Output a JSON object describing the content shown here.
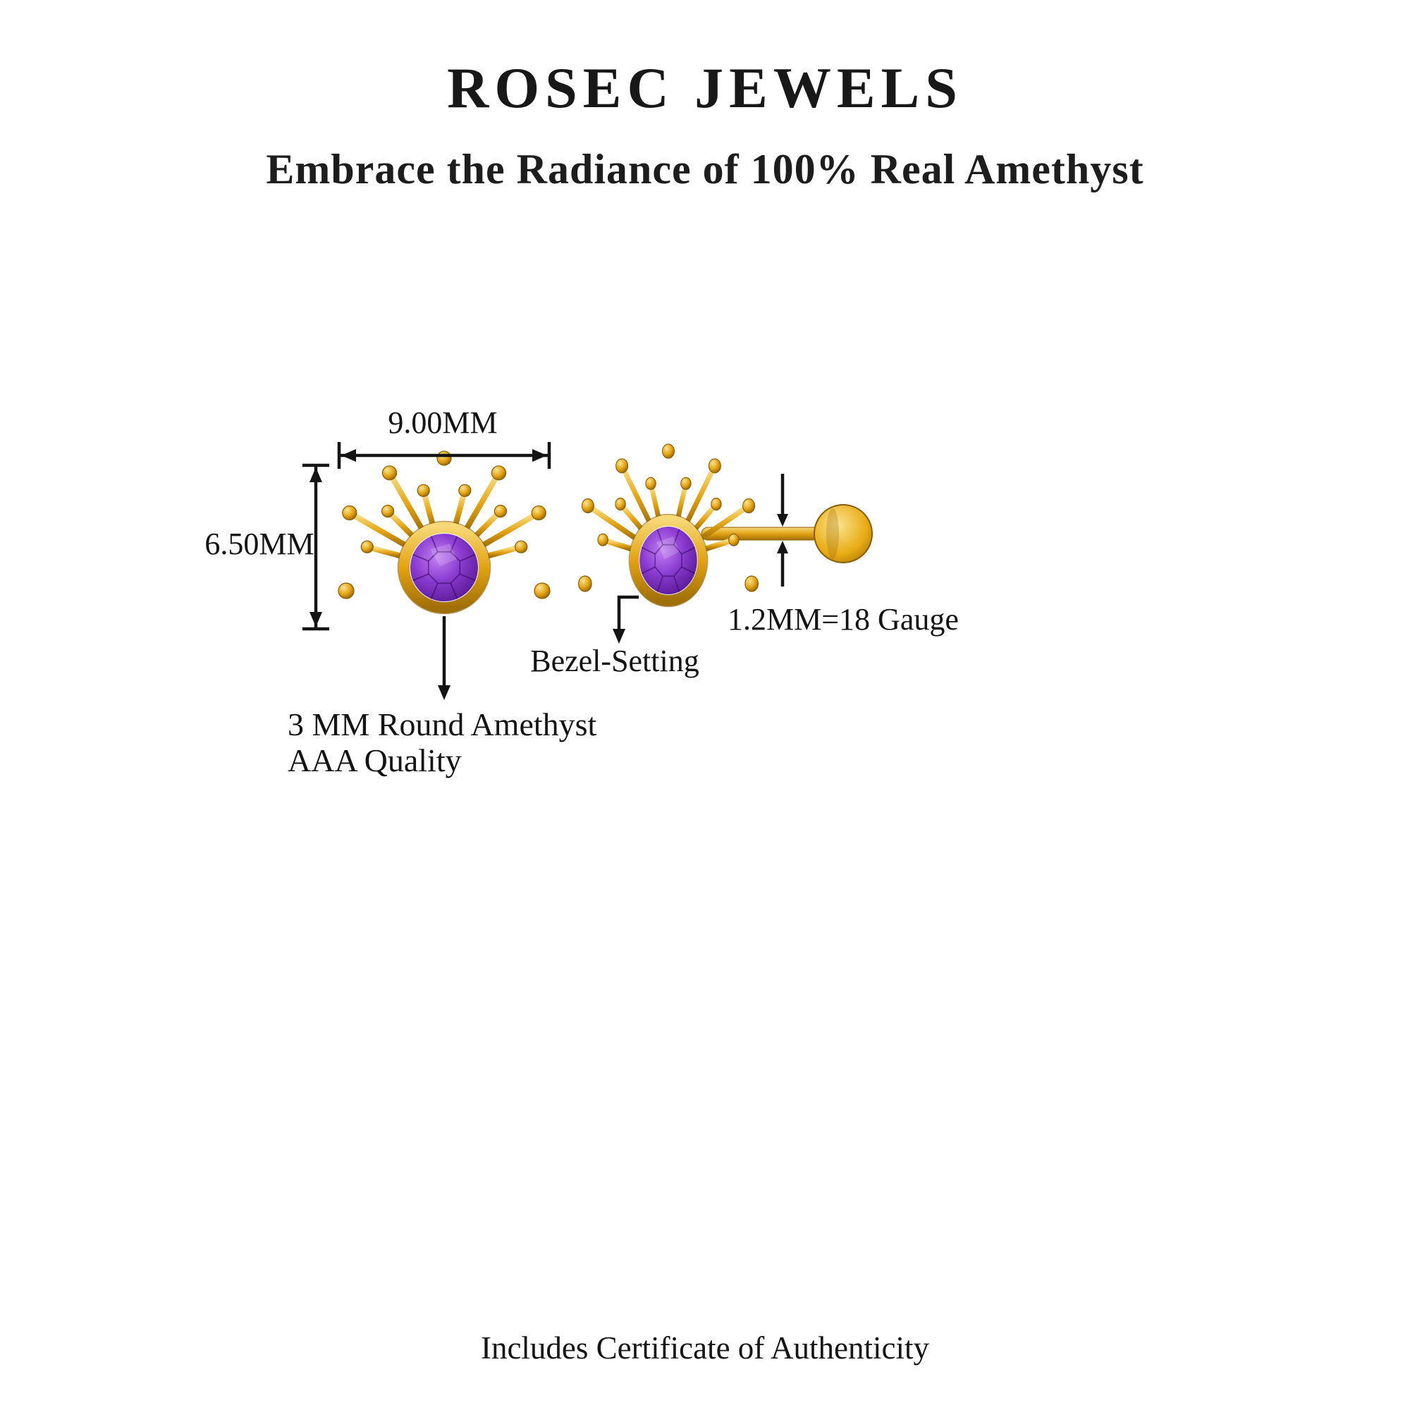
{
  "header": {
    "brand": "ROSEC JEWELS",
    "tagline": "Embrace the Radiance of 100% Real Amethyst"
  },
  "diagram": {
    "width_label": "9.00MM",
    "height_label": "6.50MM",
    "gauge_label": "1.2MM=18 Gauge",
    "bezel_label": "Bezel-Setting",
    "stone_label_line1": "3 MM Round Amethyst",
    "stone_label_line2": "AAA Quality"
  },
  "footer": {
    "certificate_note": "Includes Certificate of Authenticity"
  },
  "colors": {
    "gold": "#E3A213",
    "gold_dark": "#8A5C05",
    "amethyst": "#7A2FC0",
    "annotation": "#141414",
    "background": "#FFFFFF"
  }
}
